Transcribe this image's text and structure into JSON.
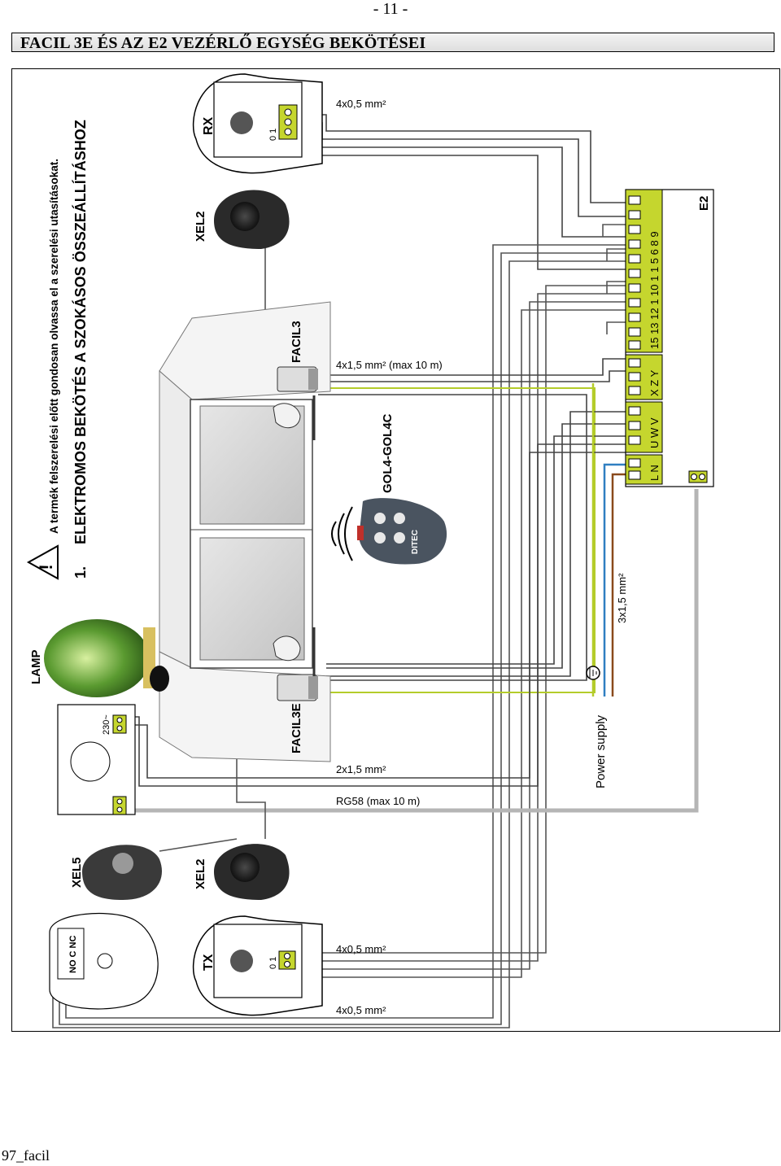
{
  "page": {
    "number": "- 11 -",
    "footer": "97_facil"
  },
  "header": {
    "title": "FACIL 3E ÉS AZ E2 VEZÉRLŐ EGYSÉG BEKÖTÉSEI"
  },
  "diagram": {
    "warning": "A termék felszerelési előtt gondosan olvassa el a szerelési utasításokat.",
    "heading_num": "1.",
    "heading": "ELEKTROMOS BEKÖTÉS A SZOKÁSOS ÖSSZEÁLLÍTÁSHOZ",
    "components": {
      "rx": "RX",
      "tx": "TX",
      "xel2_top": "XEL2",
      "xel2_bottom": "XEL2",
      "xel5": "XEL5",
      "lamp": "LAMP",
      "facil3": "FACIL3",
      "facil3e": "FACIL3E",
      "remote": "GOL4-GOL4C",
      "control_unit": "E2",
      "power": "Power supply",
      "lamp_voltage": "230~",
      "rx_pins": "0 1",
      "tx_pins": "0 1",
      "nc_contacts": "NO C NC",
      "remote_brand": "DITEC"
    },
    "cables": {
      "rx": "4x0,5 mm²",
      "facil3": "4x1,5 mm² (max 10 m)",
      "facil3e": "2x1,5 mm²",
      "antenna": "RG58 (max 10 m)",
      "tx": "4x0,5 mm²",
      "edge": "4x0,5 mm²",
      "power": "3x1,5 mm²"
    },
    "terminals": {
      "group1": "L N",
      "group2": "U W V",
      "group3": "X Z Y",
      "group4": "15 13 12 1 10 1 1 5 6 8 9"
    }
  },
  "colors": {
    "terminal_green": "#c5d62e",
    "wire_yellow_green": "#b4cc2a",
    "wire_blue": "#2f7fc1",
    "wire_brown": "#8a4a1c",
    "wire_grey": "#b5b5b5"
  }
}
